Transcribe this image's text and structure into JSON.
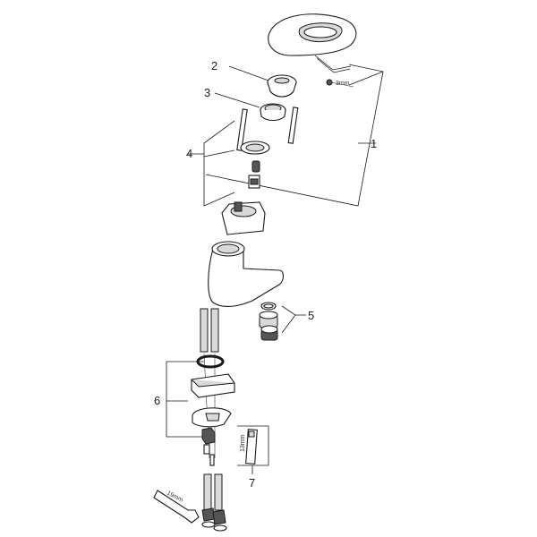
{
  "diagram": {
    "callouts": {
      "c1": "1",
      "c2": "2",
      "c3": "3",
      "c4": "4",
      "c5": "5",
      "c6": "6",
      "c7": "7"
    },
    "dimensions": {
      "hex_key": "3mm",
      "spanner_small": "13mm",
      "spanner_large": "19mm"
    }
  }
}
